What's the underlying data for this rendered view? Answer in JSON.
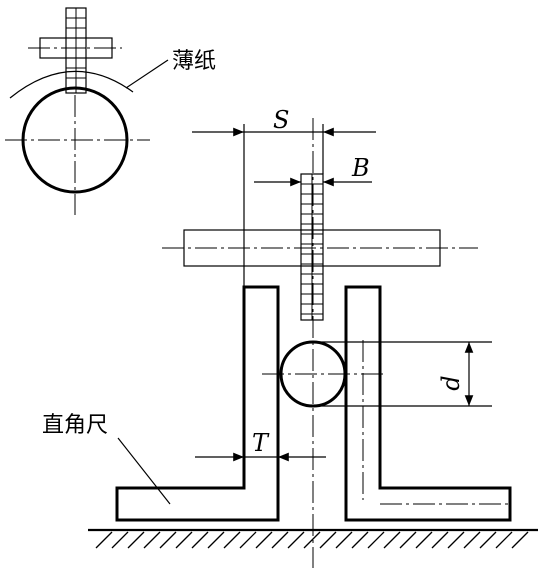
{
  "labels": {
    "thin_paper": "薄纸",
    "s": "S",
    "b": "B",
    "d": "d",
    "t": "T",
    "square": "直角尺"
  }
}
